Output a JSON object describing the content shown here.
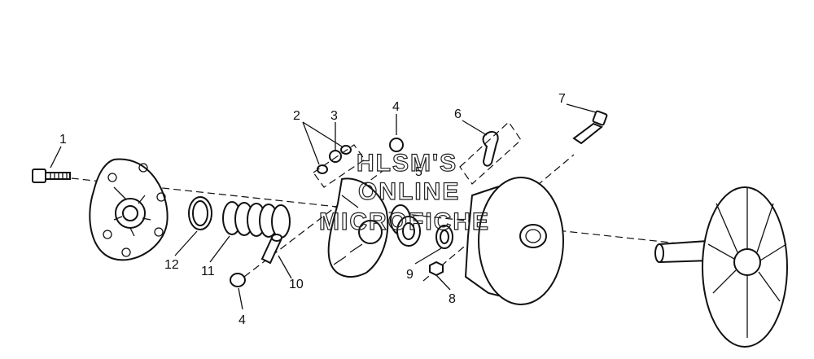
{
  "callouts": {
    "c1": "1",
    "c2": "2",
    "c3": "3",
    "c4a": "4",
    "c4b": "4",
    "c5": "5",
    "c6": "6",
    "c7": "7",
    "c8": "8",
    "c9": "9",
    "c10": "10",
    "c11": "11",
    "c12": "12"
  },
  "watermark": {
    "line1": "HLSM'S",
    "line2": "ONLINE",
    "line3": "MICROFICHE"
  }
}
